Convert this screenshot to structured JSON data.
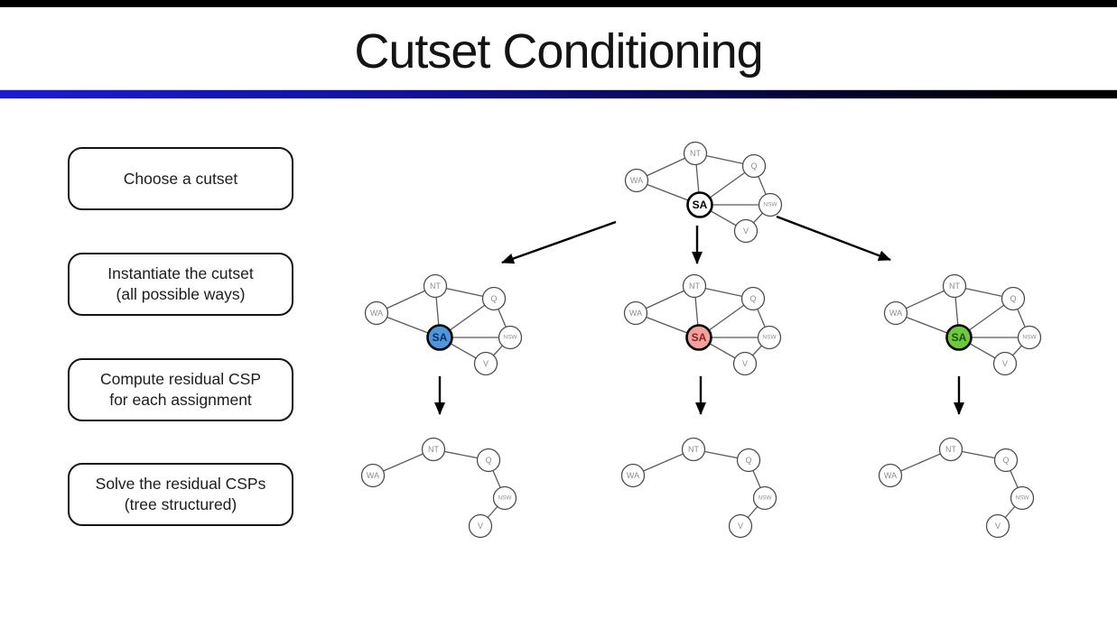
{
  "slide": {
    "title": "Cutset Conditioning"
  },
  "steps": [
    {
      "lines": [
        "Choose a cutset"
      ]
    },
    {
      "lines": [
        "Instantiate the cutset",
        "(all possible ways)"
      ]
    },
    {
      "lines": [
        "Compute residual CSP",
        "for each assignment"
      ]
    },
    {
      "lines": [
        "Solve the residual CSPs",
        "(tree structured)"
      ]
    }
  ],
  "graphs": {
    "cutset_variable": "SA",
    "full_nodes": [
      "WA",
      "NT",
      "Q",
      "SA",
      "NSW",
      "V"
    ],
    "full_edges": [
      [
        "WA",
        "NT"
      ],
      [
        "WA",
        "SA"
      ],
      [
        "NT",
        "Q"
      ],
      [
        "NT",
        "SA"
      ],
      [
        "Q",
        "SA"
      ],
      [
        "Q",
        "NSW"
      ],
      [
        "SA",
        "NSW"
      ],
      [
        "SA",
        "V"
      ],
      [
        "NSW",
        "V"
      ]
    ],
    "tree_nodes": [
      "WA",
      "NT",
      "Q",
      "NSW",
      "V"
    ],
    "tree_edges": [
      [
        "WA",
        "NT"
      ],
      [
        "NT",
        "Q"
      ],
      [
        "Q",
        "NSW"
      ],
      [
        "NSW",
        "V"
      ]
    ],
    "sa_variants": {
      "root": {
        "fill": "#ffffff",
        "text": "#000000"
      },
      "blue": {
        "fill": "#4e95da",
        "text": "#0b2f6b"
      },
      "red": {
        "fill": "#f2a19c",
        "text": "#872220"
      },
      "green": {
        "fill": "#6cc93a",
        "text": "#1f4e0e"
      }
    }
  }
}
